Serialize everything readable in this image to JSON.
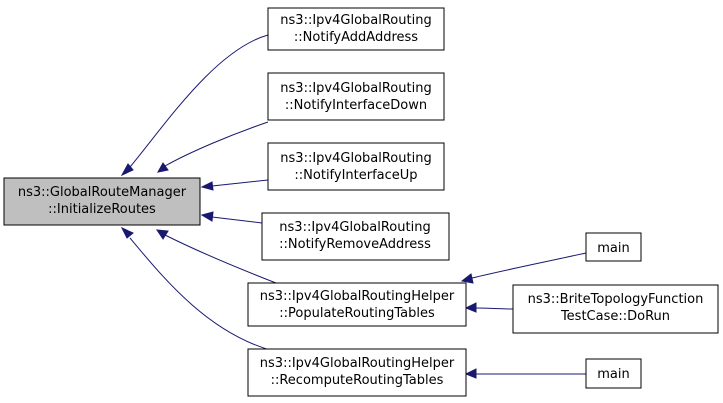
{
  "graph": {
    "edge_color": "#191970",
    "root_fill": "#bfbfbf",
    "node_fill": "#ffffff",
    "nodes": {
      "root": {
        "lines": [
          "ns3::GlobalRouteManager",
          "::InitializeRoutes"
        ]
      },
      "notifyAddAddress": {
        "lines": [
          "ns3::Ipv4GlobalRouting",
          "::NotifyAddAddress"
        ]
      },
      "notifyInterfaceDown": {
        "lines": [
          "ns3::Ipv4GlobalRouting",
          "::NotifyInterfaceDown"
        ]
      },
      "notifyInterfaceUp": {
        "lines": [
          "ns3::Ipv4GlobalRouting",
          "::NotifyInterfaceUp"
        ]
      },
      "notifyRemoveAddress": {
        "lines": [
          "ns3::Ipv4GlobalRouting",
          "::NotifyRemoveAddress"
        ]
      },
      "populateRoutingTables": {
        "lines": [
          "ns3::Ipv4GlobalRoutingHelper",
          "::PopulateRoutingTables"
        ]
      },
      "recomputeRoutingTables": {
        "lines": [
          "ns3::Ipv4GlobalRoutingHelper",
          "::RecomputeRoutingTables"
        ]
      },
      "main1": {
        "lines": [
          "main"
        ]
      },
      "briteDoRun": {
        "lines": [
          "ns3::BriteTopologyFunction",
          "TestCase::DoRun"
        ]
      },
      "main2": {
        "lines": [
          "main"
        ]
      }
    },
    "edges": [
      {
        "from": "notifyAddAddress",
        "to": "root"
      },
      {
        "from": "notifyInterfaceDown",
        "to": "root"
      },
      {
        "from": "notifyInterfaceUp",
        "to": "root"
      },
      {
        "from": "notifyRemoveAddress",
        "to": "root"
      },
      {
        "from": "populateRoutingTables",
        "to": "root"
      },
      {
        "from": "recomputeRoutingTables",
        "to": "root"
      },
      {
        "from": "main1",
        "to": "populateRoutingTables"
      },
      {
        "from": "briteDoRun",
        "to": "populateRoutingTables"
      },
      {
        "from": "main2",
        "to": "recomputeRoutingTables"
      }
    ]
  }
}
